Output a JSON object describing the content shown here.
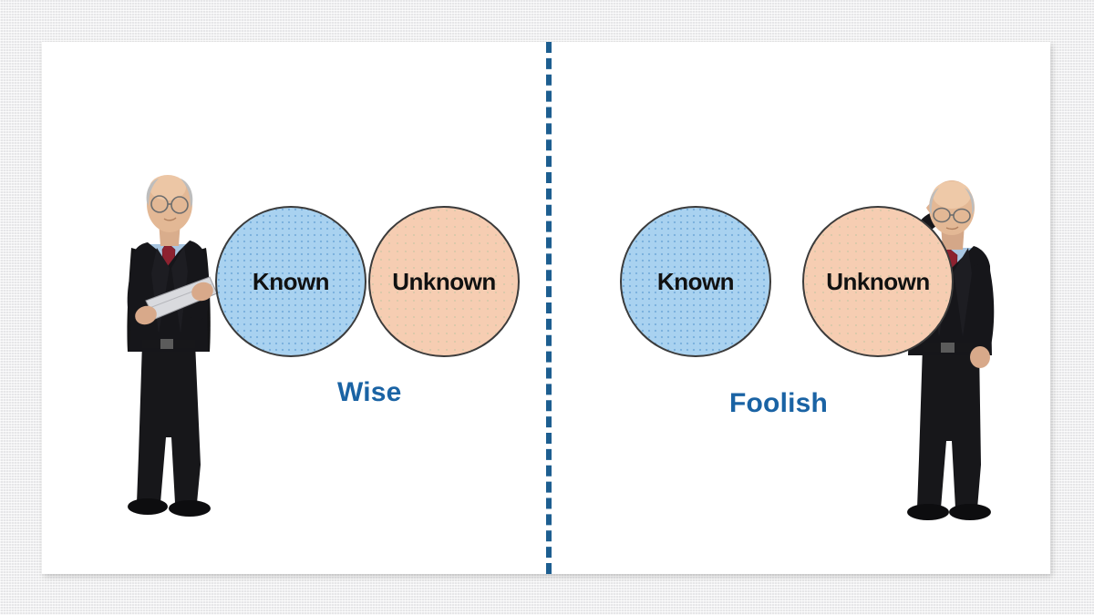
{
  "slide": {
    "background_color": "#ececed",
    "card_color": "#ffffff",
    "divider": {
      "style": "dashed-vertical",
      "color": "#1d5e90"
    }
  },
  "panels": [
    {
      "id": "wise",
      "caption": "Wise",
      "caption_color": "#1a63a4",
      "arrangement": "overlapping",
      "figure": "man-reading-document",
      "circles": [
        {
          "label": "Known",
          "fill": "#a9d2f0",
          "stroke": "#3b3b3b"
        },
        {
          "label": "Unknown",
          "fill": "#f6cdb2",
          "stroke": "#3b3b3b"
        }
      ]
    },
    {
      "id": "foolish",
      "caption": "Foolish",
      "caption_color": "#1a63a4",
      "arrangement": "separated",
      "figure": "man-scratching-head",
      "circles": [
        {
          "label": "Known",
          "fill": "#a9d2f0",
          "stroke": "#3b3b3b"
        },
        {
          "label": "Unknown",
          "fill": "#f6cdb2",
          "stroke": "#3b3b3b"
        }
      ]
    }
  ],
  "icons": {
    "figure_left": "businessman-reading-icon",
    "figure_right": "businessman-confused-icon"
  }
}
